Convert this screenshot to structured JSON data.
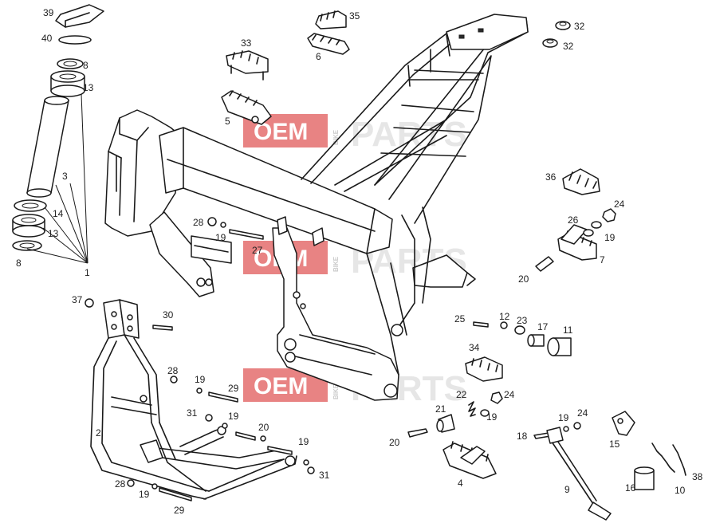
{
  "watermark": {
    "brand": "OEM",
    "sub": "BIKE",
    "word": "PARTS",
    "brand_color": "#e05a5a"
  },
  "callouts": [
    {
      "label": "39"
    },
    {
      "label": "40"
    },
    {
      "label": "8"
    },
    {
      "label": "13"
    },
    {
      "label": "3"
    },
    {
      "label": "14"
    },
    {
      "label": "13"
    },
    {
      "label": "8"
    },
    {
      "label": "1"
    },
    {
      "label": "35"
    },
    {
      "label": "6"
    },
    {
      "label": "33"
    },
    {
      "label": "5"
    },
    {
      "label": "32"
    },
    {
      "label": "32"
    },
    {
      "label": "28"
    },
    {
      "label": "19"
    },
    {
      "label": "27"
    },
    {
      "label": "36"
    },
    {
      "label": "24"
    },
    {
      "label": "26"
    },
    {
      "label": "19"
    },
    {
      "label": "7"
    },
    {
      "label": "20"
    },
    {
      "label": "37"
    },
    {
      "label": "30"
    },
    {
      "label": "25"
    },
    {
      "label": "12"
    },
    {
      "label": "23"
    },
    {
      "label": "17"
    },
    {
      "label": "11"
    },
    {
      "label": "34"
    },
    {
      "label": "28"
    },
    {
      "label": "19"
    },
    {
      "label": "29"
    },
    {
      "label": "22"
    },
    {
      "label": "24"
    },
    {
      "label": "21"
    },
    {
      "label": "19"
    },
    {
      "label": "2"
    },
    {
      "label": "31"
    },
    {
      "label": "19"
    },
    {
      "label": "20"
    },
    {
      "label": "20"
    },
    {
      "label": "19"
    },
    {
      "label": "31"
    },
    {
      "label": "18"
    },
    {
      "label": "19"
    },
    {
      "label": "24"
    },
    {
      "label": "15"
    },
    {
      "label": "28"
    },
    {
      "label": "19"
    },
    {
      "label": "4"
    },
    {
      "label": "29"
    },
    {
      "label": "9"
    },
    {
      "label": "16"
    },
    {
      "label": "10"
    },
    {
      "label": "38"
    }
  ]
}
